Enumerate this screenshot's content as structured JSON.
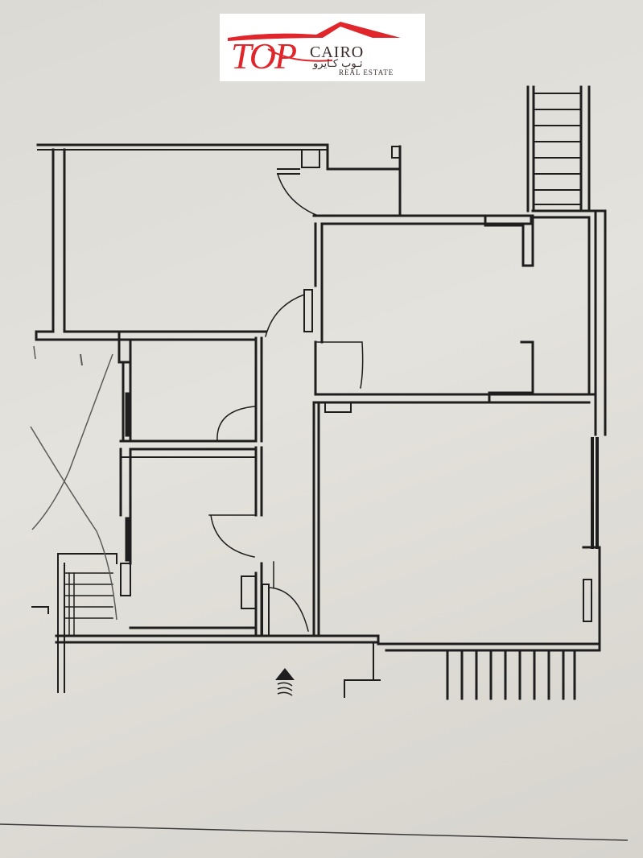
{
  "logo": {
    "brand_top": "TOP",
    "brand_cairo": "CAIRO",
    "brand_arabic": "تـوب كـايرو",
    "brand_subtitle": "REAL ESTATE",
    "brand_color": "#e0262b"
  },
  "colors": {
    "paper": "#e0ded8",
    "ink": "#1e1e1e",
    "pencil": "#5a5a5a"
  },
  "plan": {
    "rooms": [
      "room-upper-left",
      "room-upper-right",
      "room-small-top",
      "room-small-bottom",
      "room-large-right",
      "corridor",
      "side-strip-right"
    ],
    "north_marker_icon": "triangle-up-icon"
  }
}
